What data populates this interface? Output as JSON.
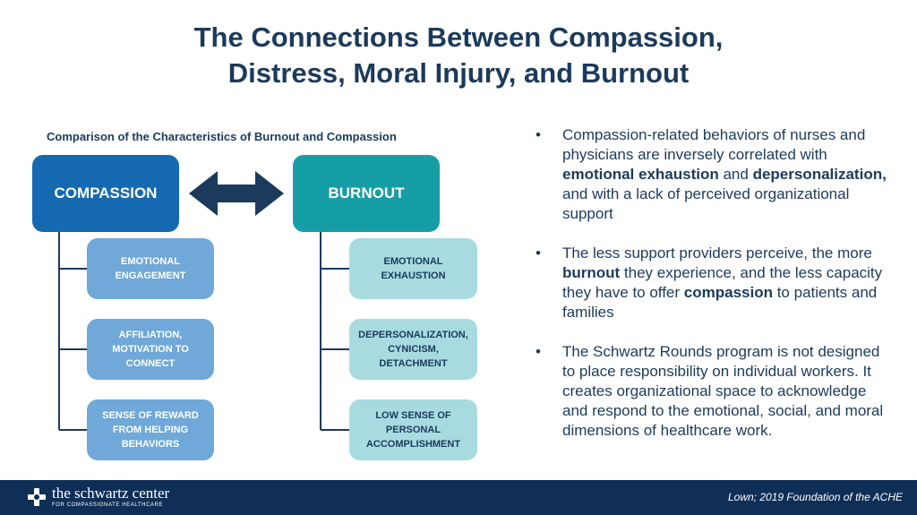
{
  "title": {
    "line1": "The Connections Between Compassion,",
    "line2": "Distress, Moral Injury, and Burnout"
  },
  "diagram": {
    "caption": "Comparison of the Characteristics of Burnout and Compassion",
    "compassion": {
      "label": "COMPASSION",
      "items": [
        [
          "EMOTIONAL",
          "ENGAGEMENT"
        ],
        [
          "AFFILIATION,",
          "MOTIVATION TO",
          "CONNECT"
        ],
        [
          "SENSE OF REWARD",
          "FROM HELPING",
          "BEHAVIORS"
        ]
      ]
    },
    "burnout": {
      "label": "BURNOUT",
      "items": [
        [
          "EMOTIONAL",
          "EXHAUSTION"
        ],
        [
          "DEPERSONALIZATION,",
          "CYNICISM,",
          "DETACHMENT"
        ],
        [
          "LOW SENSE OF",
          "PERSONAL",
          "ACCOMPLISHMENT"
        ]
      ]
    },
    "arrow_icon": "double-arrow-icon",
    "colors": {
      "compassion": "#1469b1",
      "compassion_sub": "#6fa8d9",
      "burnout": "#169ea6",
      "burnout_sub": "#a7dbe0",
      "arrow": "#1b3a5c"
    }
  },
  "bullets": [
    [
      {
        "text": "Compassion-related behaviors of nurses and physicians are inversely correlated with "
      },
      {
        "text": "emotional exhaustion",
        "bold": true
      },
      {
        "text": " and "
      },
      {
        "text": "depersonalization,",
        "bold": true
      },
      {
        "text": " and with a lack of perceived organizational support"
      }
    ],
    [
      {
        "text": "The less support providers perceive, the more "
      },
      {
        "text": "burnout",
        "bold": true
      },
      {
        "text": " they experience, and the less capacity they have to offer "
      },
      {
        "text": "compassion",
        "bold": true
      },
      {
        "text": " to patients and families"
      }
    ],
    [
      {
        "text": "The Schwartz Rounds program is not designed to place responsibility on individual workers. It creates organizational space to acknowledge and respond to the emotional, social, and moral dimensions of healthcare work."
      }
    ]
  ],
  "footer": {
    "logo_name": "the schwartz center",
    "logo_sub": "FOR COMPASSIONATE HEALTHCARE",
    "logo_icon": "schwartz-center-logo-icon",
    "citation": "Lown; 2019 Foundation of the ACHE",
    "background": "#0f2f57"
  }
}
